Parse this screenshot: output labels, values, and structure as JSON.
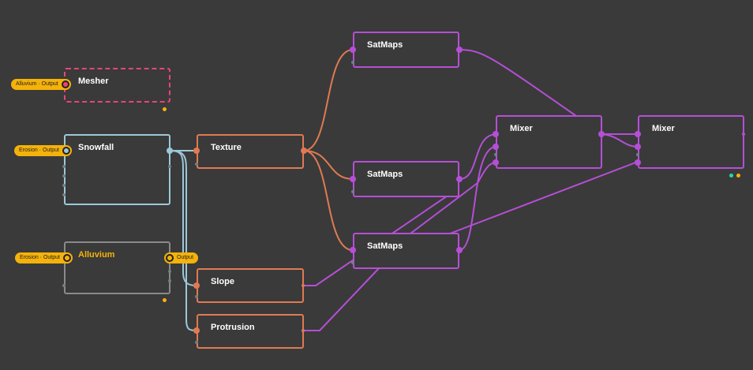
{
  "colors": {
    "background": "#3a3a3a",
    "orange": "#e07a52",
    "purple": "#b54fd6",
    "light_blue": "#9cc8d8",
    "pink": "#e8457a",
    "gray": "#8a8a8a",
    "yellow": "#f5b20a",
    "teal": "#28d6b4"
  },
  "nodes": {
    "mesher": {
      "title": "Mesher",
      "input_badge": "Alluvium · Output"
    },
    "snowfall": {
      "title": "Snowfall",
      "input_badge": "Erosion · Output"
    },
    "alluvium": {
      "title": "Alluvium",
      "input_badge": "Erosion · Output",
      "output_badge": "Output"
    },
    "texture": {
      "title": "Texture"
    },
    "slope": {
      "title": "Slope"
    },
    "protrusion": {
      "title": "Protrusion"
    },
    "satmaps_top": {
      "title": "SatMaps"
    },
    "satmaps_mid": {
      "title": "SatMaps"
    },
    "satmaps_bottom": {
      "title": "SatMaps"
    },
    "mixer_1": {
      "title": "Mixer"
    },
    "mixer_2": {
      "title": "Mixer"
    }
  }
}
